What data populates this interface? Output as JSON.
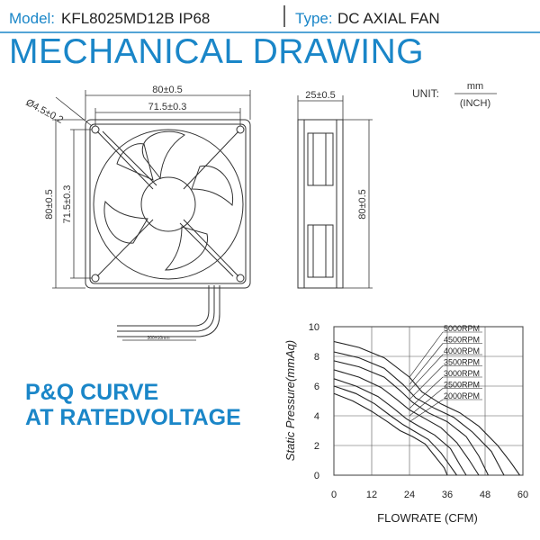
{
  "header": {
    "model_label": "Model:",
    "model_value": "KFL8025MD12B IP68",
    "type_label": "Type:",
    "type_value": "DC AXIAL FAN"
  },
  "title": "MECHANICAL DRAWING",
  "drawing": {
    "hole_dim": "Ø4.5±0.2",
    "top_outer": "80±0.5",
    "top_inner": "71.5±0.3",
    "left_outer": "80±0.5",
    "left_inner": "71.5±0.3",
    "side_width": "25±0.5",
    "side_height": "80±0.5",
    "cable_length": "300±10mm",
    "unit_label": "UNIT:",
    "unit_num": "mm",
    "unit_den": "(INCH)"
  },
  "pq": {
    "line1": "P&Q CURVE",
    "line2": "AT RATEDVOLTAGE"
  },
  "chart_data": {
    "type": "line",
    "xlabel": "FLOWRATE (CFM)",
    "ylabel": "Static  Pressure(mmAq)",
    "xlim": [
      0,
      60
    ],
    "ylim": [
      0,
      10
    ],
    "xticks": [
      "0",
      "12",
      "24",
      "36",
      "48",
      "60"
    ],
    "yticks": [
      "0",
      "2",
      "4",
      "6",
      "8",
      "10"
    ],
    "grid": true,
    "series": [
      {
        "name": "5000RPM",
        "x": [
          0,
          8,
          16,
          24,
          28,
          34,
          40,
          46,
          52,
          56,
          59
        ],
        "y": [
          9.0,
          8.6,
          7.9,
          6.6,
          5.6,
          4.8,
          4.2,
          3.3,
          2.0,
          0.9,
          0
        ]
      },
      {
        "name": "4500RPM",
        "x": [
          0,
          8,
          16,
          22,
          26,
          32,
          38,
          44,
          50,
          54
        ],
        "y": [
          8.3,
          7.9,
          7.2,
          6.1,
          5.2,
          4.5,
          3.9,
          2.9,
          1.6,
          0
        ]
      },
      {
        "name": "4000RPM",
        "x": [
          0,
          8,
          16,
          21,
          25,
          30,
          36,
          42,
          46,
          49
        ],
        "y": [
          7.7,
          7.3,
          6.6,
          5.7,
          4.9,
          4.2,
          3.6,
          2.6,
          1.3,
          0
        ]
      },
      {
        "name": "3500RPM",
        "x": [
          0,
          8,
          15,
          20,
          24,
          29,
          34,
          39,
          43,
          46
        ],
        "y": [
          7.1,
          6.6,
          5.9,
          5.1,
          4.4,
          3.8,
          3.2,
          2.2,
          1.0,
          0
        ]
      },
      {
        "name": "3000RPM",
        "x": [
          0,
          7,
          14,
          19,
          23,
          27,
          32,
          37,
          40,
          42
        ],
        "y": [
          6.5,
          6.0,
          5.3,
          4.5,
          3.8,
          3.3,
          2.7,
          1.8,
          0.7,
          0
        ]
      },
      {
        "name": "2500RPM",
        "x": [
          0,
          7,
          13,
          18,
          22,
          26,
          30,
          34,
          37,
          39
        ],
        "y": [
          6.0,
          5.5,
          4.8,
          4.0,
          3.4,
          2.9,
          2.4,
          1.5,
          0.6,
          0
        ]
      },
      {
        "name": "2000RPM",
        "x": [
          0,
          6,
          12,
          17,
          21,
          25,
          29,
          32,
          35,
          36
        ],
        "y": [
          5.5,
          5.0,
          4.3,
          3.6,
          3.0,
          2.6,
          2.1,
          1.3,
          0.5,
          0
        ]
      }
    ]
  }
}
